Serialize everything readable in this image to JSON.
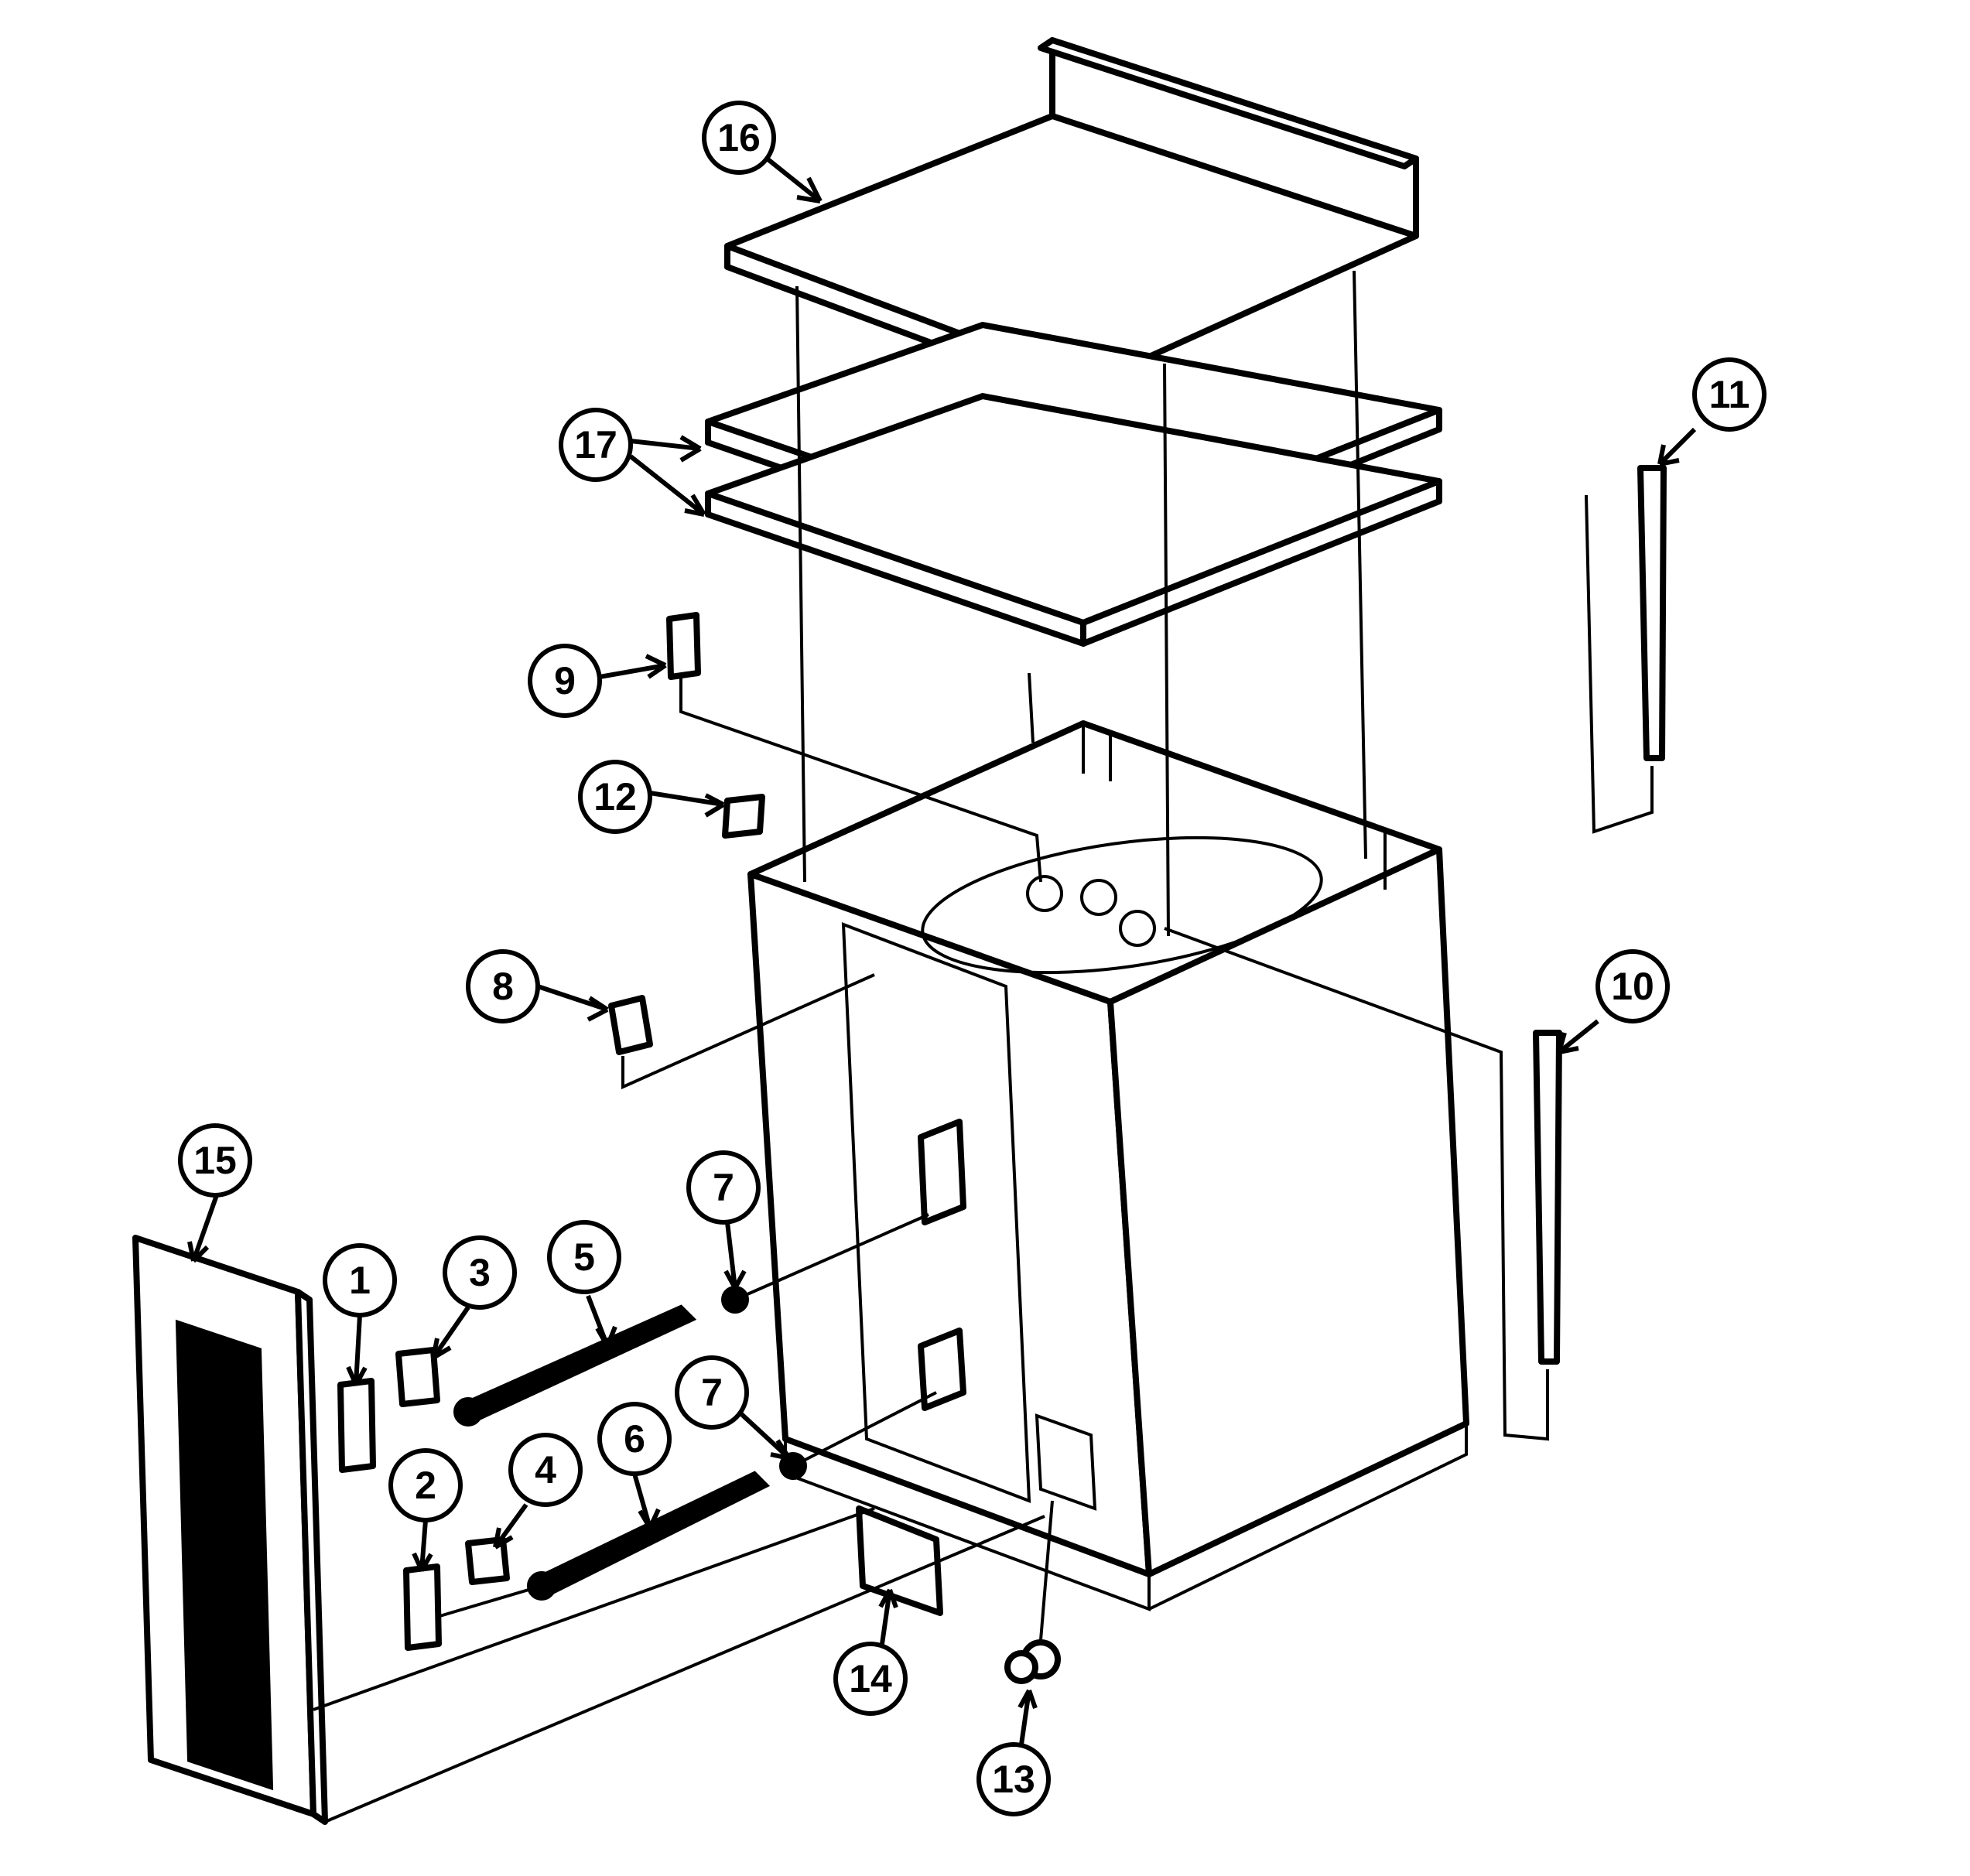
{
  "callouts": [
    {
      "id": "1",
      "label": "1"
    },
    {
      "id": "2",
      "label": "2"
    },
    {
      "id": "3",
      "label": "3"
    },
    {
      "id": "4",
      "label": "4"
    },
    {
      "id": "5",
      "label": "5"
    },
    {
      "id": "6",
      "label": "6"
    },
    {
      "id": "7a",
      "label": "7"
    },
    {
      "id": "7b",
      "label": "7"
    },
    {
      "id": "8",
      "label": "8"
    },
    {
      "id": "9",
      "label": "9"
    },
    {
      "id": "10",
      "label": "10"
    },
    {
      "id": "11",
      "label": "11"
    },
    {
      "id": "12",
      "label": "12"
    },
    {
      "id": "13",
      "label": "13"
    },
    {
      "id": "14",
      "label": "14"
    },
    {
      "id": "15",
      "label": "15"
    },
    {
      "id": "16",
      "label": "16"
    },
    {
      "id": "17",
      "label": "17"
    }
  ]
}
